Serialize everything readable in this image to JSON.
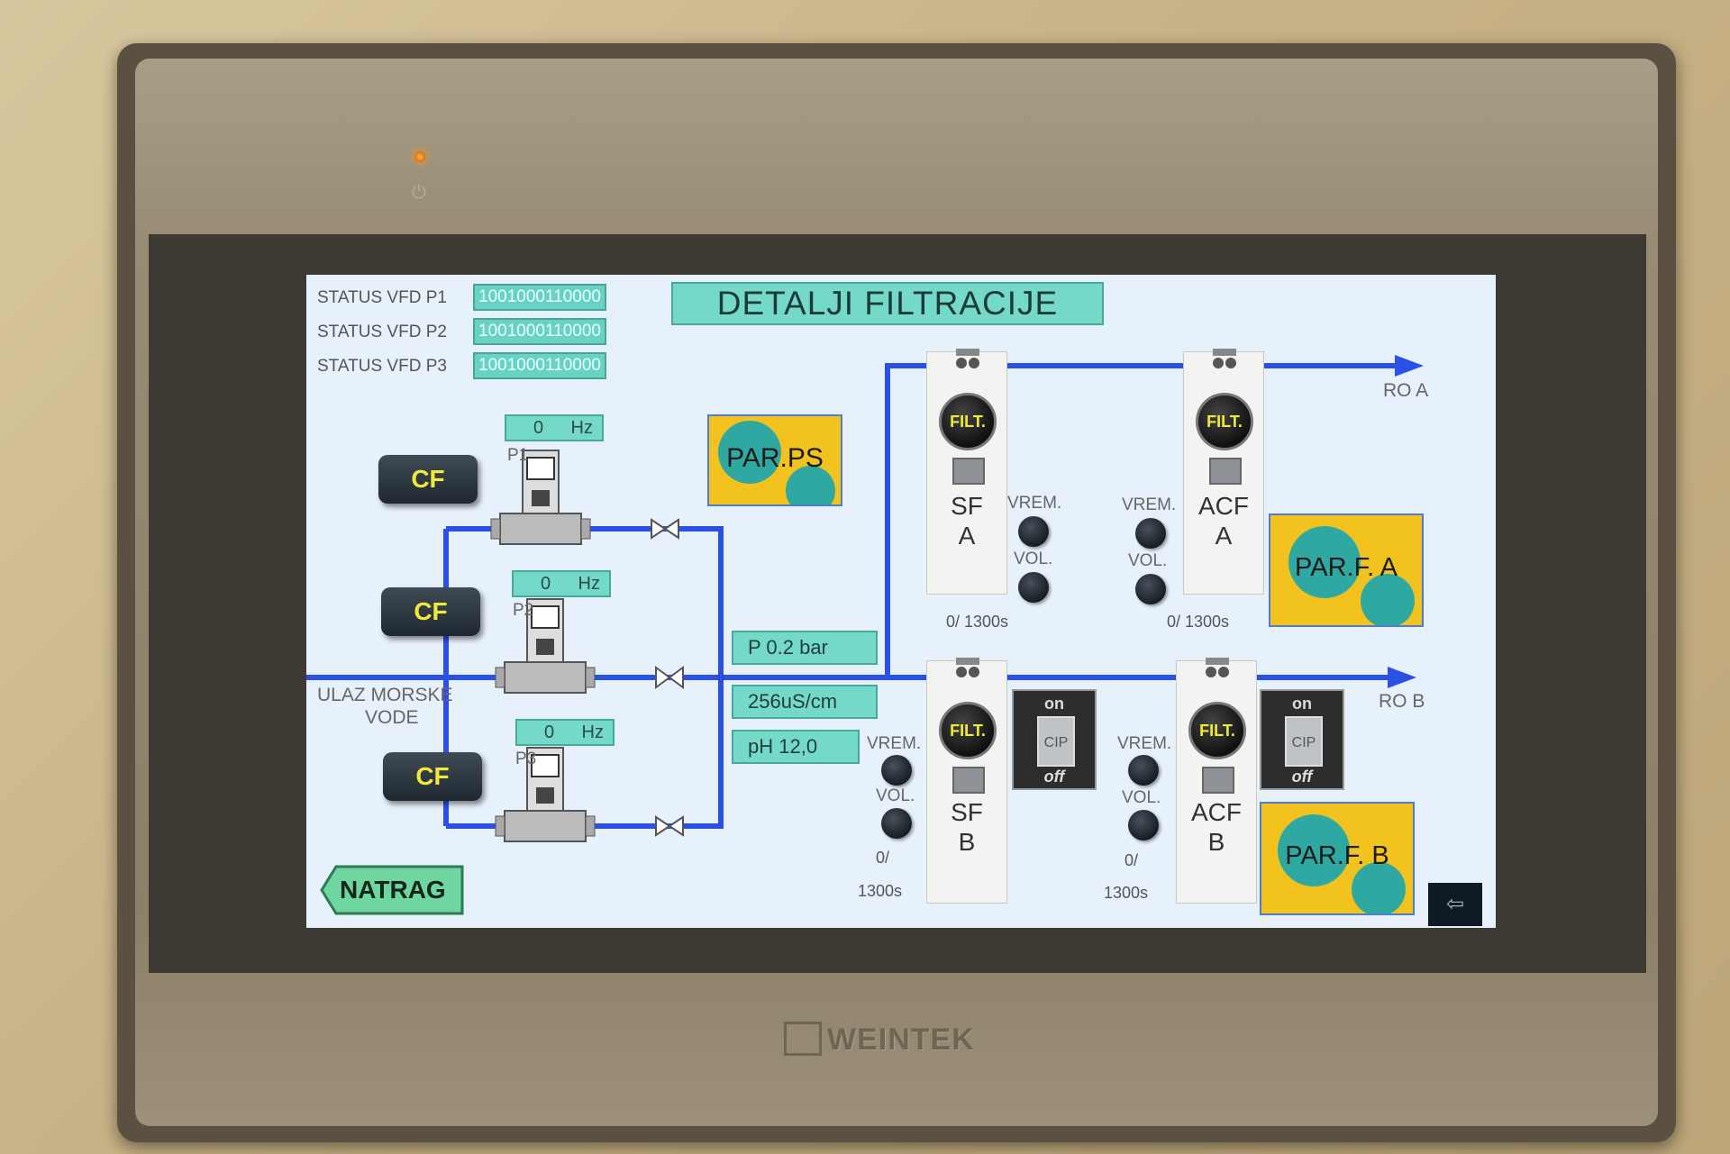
{
  "device": {
    "brand": "WEINTEK"
  },
  "screen": {
    "title": "DETALJI FILTRACIJE",
    "vfd_status": [
      {
        "label": "STATUS VFD P1",
        "value": "1001000110000"
      },
      {
        "label": "STATUS VFD P2",
        "value": "1001000110000"
      },
      {
        "label": "STATUS VFD P3",
        "value": "1001000110000"
      }
    ],
    "pumps": [
      {
        "label": "P1",
        "value": "0",
        "unit": "Hz",
        "cf_label": "CF"
      },
      {
        "label": "P2",
        "value": "0",
        "unit": "Hz",
        "cf_label": "CF"
      },
      {
        "label": "P3",
        "value": "0",
        "unit": "Hz",
        "cf_label": "CF"
      }
    ],
    "inlet_label_line1": "ULAZ MORSKE",
    "inlet_label_line2": "VODE",
    "param_buttons": {
      "ps": "PAR.PS",
      "fa": "PAR.F. A",
      "fb": "PAR.F. B"
    },
    "measurements": {
      "pressure": "P  0.2  bar",
      "conductivity": "256uS/cm",
      "ph": "pH 12,0"
    },
    "outlets": {
      "a": "RO A",
      "b": "RO B"
    },
    "filters": [
      {
        "id": "sf-a",
        "filt_label": "FILT.",
        "name1": "SF",
        "name2": "A",
        "time_label": "VREM.",
        "vol_label": "VOL.",
        "counter": "0/ 1300s"
      },
      {
        "id": "acf-a",
        "filt_label": "FILT.",
        "name1": "ACF",
        "name2": "A",
        "time_label": "VREM.",
        "vol_label": "VOL.",
        "counter": "0/ 1300s"
      },
      {
        "id": "sf-b",
        "filt_label": "FILT.",
        "name1": "SF",
        "name2": "B",
        "time_label": "VREM.",
        "vol_label": "VOL.",
        "counter_line1": "0/",
        "counter_line2": "1300s",
        "cip_on": "on",
        "cip_mid": "CIP",
        "cip_off": "off"
      },
      {
        "id": "acf-b",
        "filt_label": "FILT.",
        "name1": "ACF",
        "name2": "B",
        "time_label": "VREM.",
        "vol_label": "VOL.",
        "counter_line1": "0/",
        "counter_line2": "1300s",
        "cip_on": "on",
        "cip_mid": "CIP",
        "cip_off": "off"
      }
    ],
    "back_label": "NATRAG",
    "colors": {
      "pipe": "#2b50e6",
      "teal": "#74d9c9",
      "gear_bg": "#f2c21f",
      "button_text": "#f2ea3b"
    }
  }
}
